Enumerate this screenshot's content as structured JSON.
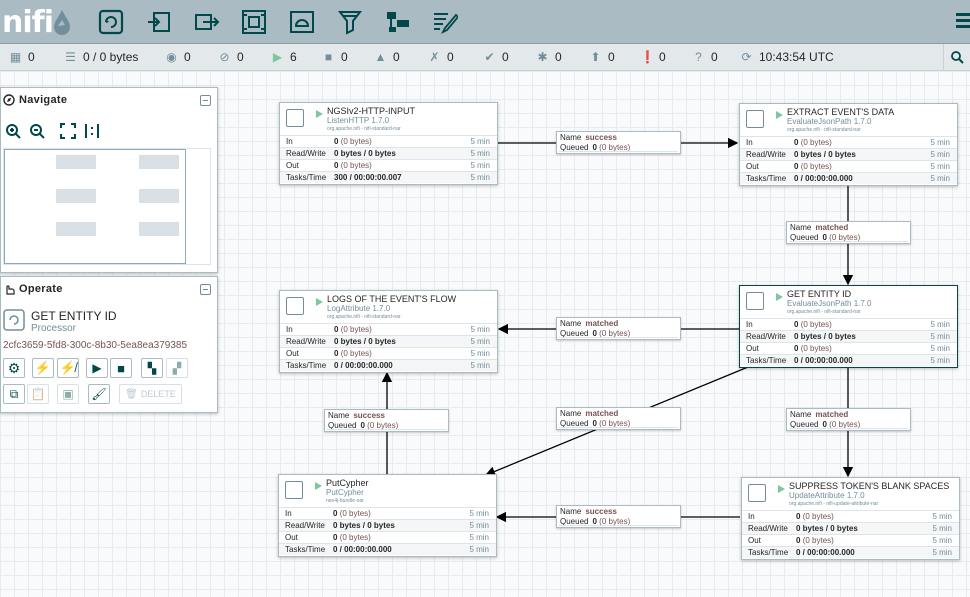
{
  "app": {
    "logo_text": "nifi"
  },
  "toolbar": {
    "icons": [
      "processor-icon",
      "input-port-icon",
      "output-port-icon",
      "process-group-icon",
      "remote-process-group-icon",
      "funnel-icon",
      "template-icon",
      "label-icon"
    ]
  },
  "status": {
    "active_threads": "0",
    "queued": "0 / 0 bytes",
    "transmitting": "0",
    "not_transmitting": "0",
    "running": "6",
    "stopped": "0",
    "invalid": "0",
    "disabled": "0",
    "up_to_date": "0",
    "locally_modified": "0",
    "stale": "0",
    "locally_modified_stale": "0",
    "sync_failure": "0",
    "refresh_time": "10:43:54 UTC"
  },
  "navigate": {
    "title": "Navigate"
  },
  "operate": {
    "title": "Operate",
    "selection_name": "GET ENTITY ID",
    "selection_type": "Processor",
    "selection_id": "2cfc3659-5fd8-300c-8b30-5ea8ea379385",
    "delete_label": "DELETE"
  },
  "processors": [
    {
      "name": "NGSIv2-HTTP-INPUT",
      "type": "ListenHTTP 1.7.0",
      "bundle": "org.apache.nifi - nifi-standard-nar",
      "in": "0",
      "in_b": "(0 bytes)",
      "rw": "0 bytes / 0 bytes",
      "out": "0",
      "out_b": "(0 bytes)",
      "tasks": "300 / 00:00:00.007",
      "window": "5 min"
    },
    {
      "name": "EXTRACT EVENT'S DATA",
      "type": "EvaluateJsonPath 1.7.0",
      "bundle": "org.apache.nifi - nifi-standard-nar",
      "in": "0",
      "in_b": "(0 bytes)",
      "rw": "0 bytes / 0 bytes",
      "out": "0",
      "out_b": "(0 bytes)",
      "tasks": "0 / 00:00:00.000",
      "window": "5 min"
    },
    {
      "name": "GET ENTITY ID",
      "type": "EvaluateJsonPath 1.7.0",
      "bundle": "org.apache.nifi - nifi-standard-nar",
      "in": "0",
      "in_b": "(0 bytes)",
      "rw": "0 bytes / 0 bytes",
      "out": "0",
      "out_b": "(0 bytes)",
      "tasks": "0 / 00:00:00.000",
      "window": "5 min"
    },
    {
      "name": "LOGS OF THE EVENT'S FLOW",
      "type": "LogAttribute 1.7.0",
      "bundle": "org.apache.nifi - nifi-standard-nar",
      "in": "0",
      "in_b": "(0 bytes)",
      "rw": "0 bytes / 0 bytes",
      "out": "0",
      "out_b": "(0 bytes)",
      "tasks": "0 / 00:00:00.000",
      "window": "5 min"
    },
    {
      "name": "PutCypher",
      "type": "PutCypher",
      "bundle": "neo4j-bundle-nar",
      "in": "0",
      "in_b": "(0 bytes)",
      "rw": "0 bytes / 0 bytes",
      "out": "0",
      "out_b": "(0 bytes)",
      "tasks": "0 / 00:00:00.000",
      "window": "5 min"
    },
    {
      "name": "SUPPRESS TOKEN'S BLANK SPACES",
      "type": "UpdateAttribute 1.7.0",
      "bundle": "org.apache.nifi - nifi-update-attribute-nar",
      "in": "0",
      "in_b": "(0 bytes)",
      "rw": "0 bytes / 0 bytes",
      "out": "0",
      "out_b": "(0 bytes)",
      "tasks": "0 / 00:00:00.000",
      "window": "5 min"
    }
  ],
  "row_labels": {
    "in": "In",
    "rw": "Read/Write",
    "out": "Out",
    "tasks": "Tasks/Time"
  },
  "connections": [
    {
      "name": "success",
      "queued": "0",
      "queued_b": "(0 bytes)"
    },
    {
      "name": "matched",
      "queued": "0",
      "queued_b": "(0 bytes)"
    },
    {
      "name": "matched",
      "queued": "0",
      "queued_b": "(0 bytes)"
    },
    {
      "name": "success",
      "queued": "0",
      "queued_b": "(0 bytes)"
    },
    {
      "name": "matched",
      "queued": "0",
      "queued_b": "(0 bytes)"
    },
    {
      "name": "matched",
      "queued": "0",
      "queued_b": "(0 bytes)"
    },
    {
      "name": "success",
      "queued": "0",
      "queued_b": "(0 bytes)"
    }
  ],
  "conn_labels": {
    "name": "Name",
    "queued": "Queued"
  },
  "colors": {
    "topbar": "#aabbc3",
    "accent": "#004849",
    "running": "#7dc7a0",
    "value": "#775351",
    "muted": "#728e9b"
  }
}
